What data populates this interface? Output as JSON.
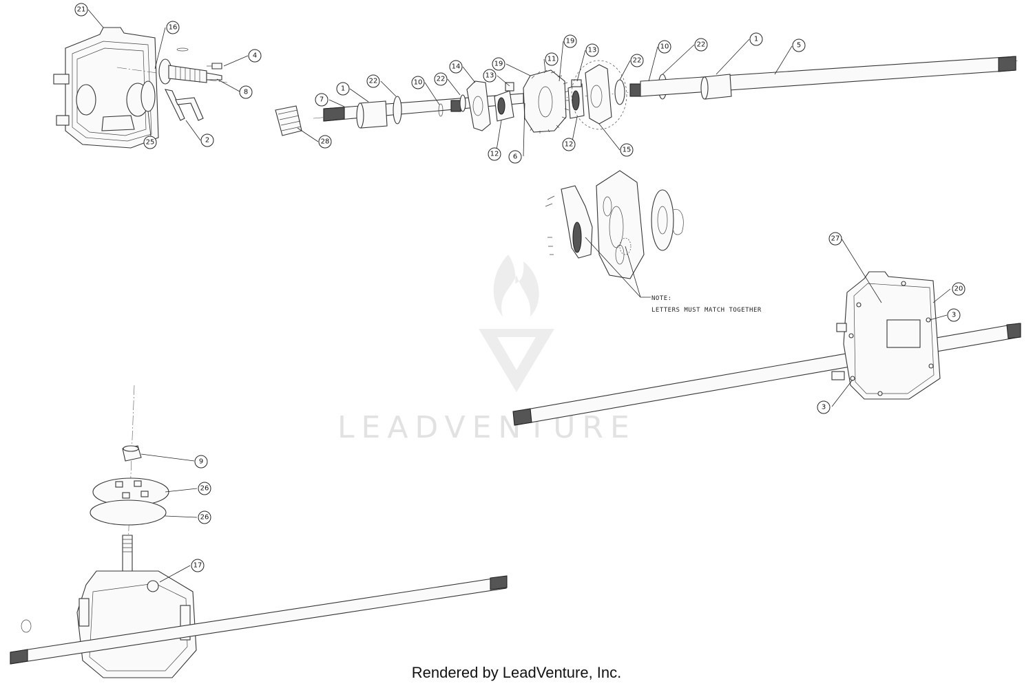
{
  "footer": "Rendered by LeadVenture, Inc.",
  "watermark": "LEADVENTURE",
  "note": {
    "line1": "NOTE:",
    "line2": "LETTERS MUST MATCH TOGETHER"
  },
  "callouts": {
    "c21": "21",
    "c16": "16",
    "c4": "4",
    "c8": "8",
    "c2": "2",
    "c25": "25",
    "c7": "7",
    "c28": "28",
    "c1a": "1",
    "c22a": "22",
    "c10a": "10",
    "c22b": "22",
    "c14": "14",
    "c13a": "13",
    "c12a": "12",
    "c19a": "19",
    "c6": "6",
    "c11": "11",
    "c19b": "19",
    "c13b": "13",
    "c12b": "12",
    "c15": "15",
    "c22c": "22",
    "c10b": "10",
    "c22d": "22",
    "c1b": "1",
    "c5": "5",
    "c27": "27",
    "c20": "20",
    "c3a": "3",
    "c3b": "3",
    "c9": "9",
    "c26a": "26",
    "c26b": "26",
    "c17": "17"
  }
}
